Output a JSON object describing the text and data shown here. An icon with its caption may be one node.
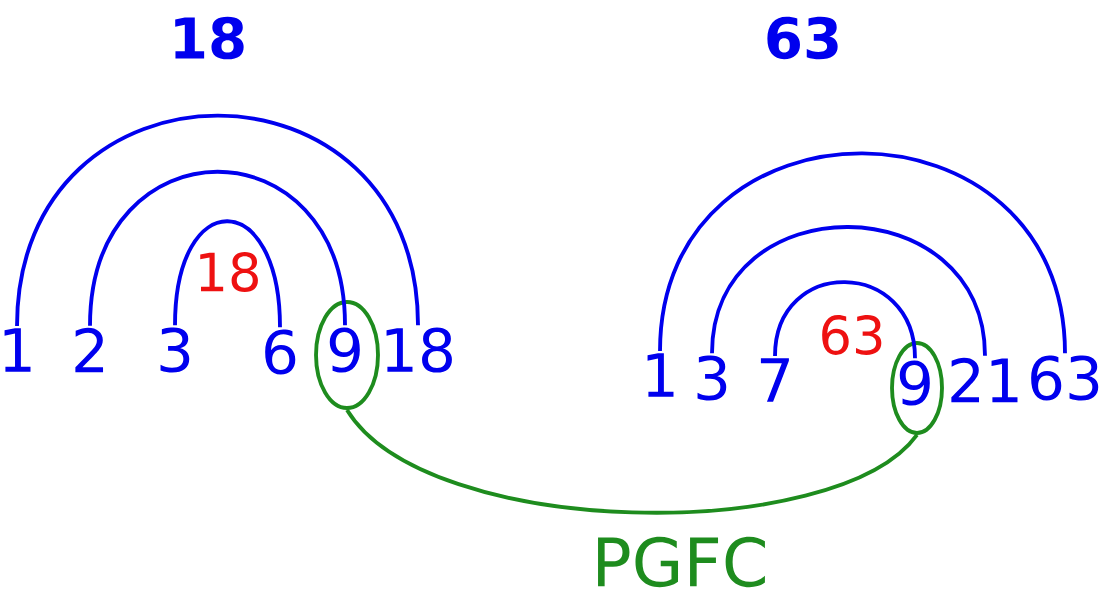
{
  "diagram": {
    "nodes": [
      {
        "text": [
          "1"
        ]
      },
      {
        "text": [
          "2"
        ]
      },
      {
        "text": [
          "3"
        ]
      },
      {
        "text": [
          "6"
        ]
      },
      {
        "text": [],
        "shape": "ellipse"
      },
      {
        "text": [
          "9"
        ],
        "in": 4
      },
      {
        "text": [
          "18"
        ]
      },
      {
        "text": [
          "1"
        ]
      },
      {
        "text": [
          "3"
        ]
      },
      {
        "text": [
          "7"
        ]
      },
      {
        "text": [],
        "shape": "ellipse"
      },
      {
        "text": [
          "9"
        ],
        "in": 10
      },
      {
        "text": [
          "21"
        ]
      },
      {
        "text": [
          "63"
        ]
      }
    ],
    "edges": [
      {
        "from": 0,
        "to": 6,
        "arrow": "none"
      },
      {
        "from": 1,
        "to": 5,
        "arrow": "none"
      },
      {
        "from": 2,
        "to": 3,
        "arrow": "none"
      },
      {
        "from": 7,
        "to": 13,
        "arrow": "none"
      },
      {
        "from": 8,
        "to": 12,
        "arrow": "none"
      },
      {
        "from": 9,
        "to": 11,
        "arrow": "none"
      },
      {
        "from": 4,
        "to": 10,
        "arrow": "none",
        "label": "PGFC",
        "color": "#1e8c1e"
      }
    ],
    "labels": [
      "18",
      "63",
      "18",
      "63"
    ]
  }
}
